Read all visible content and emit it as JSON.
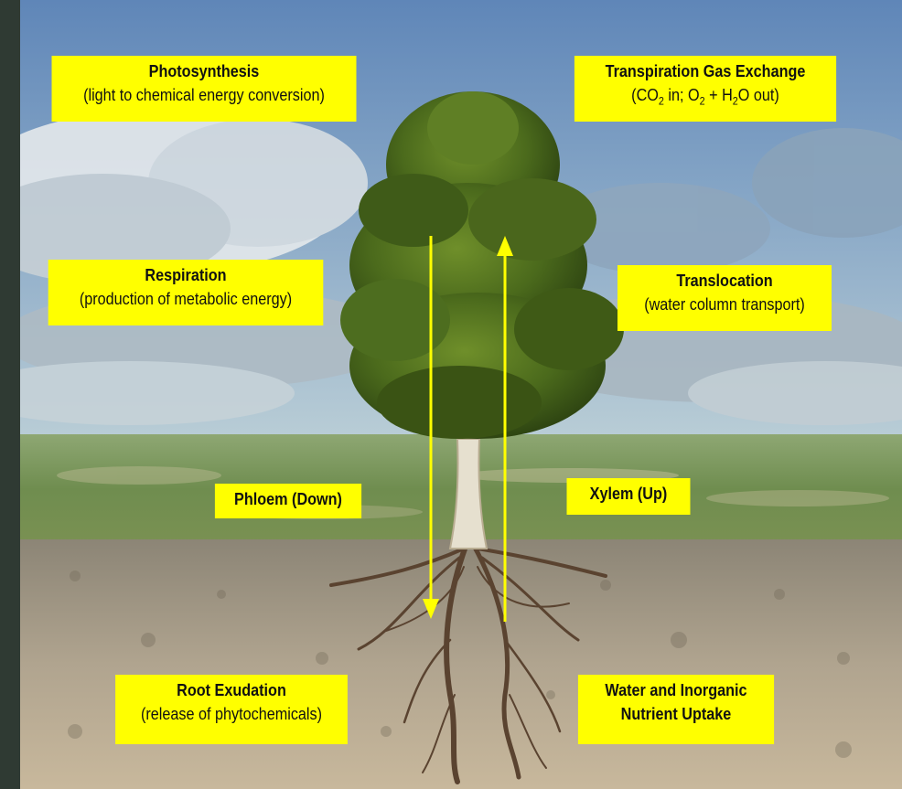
{
  "labels": {
    "photosynthesis": {
      "title": "Photosynthesis",
      "subtitle": "(light to chemical energy conversion)"
    },
    "transpiration": {
      "title": "Transpiration Gas Exchange",
      "sub_a": "(CO",
      "sub_b": " in; O",
      "sub_c": " + H",
      "sub_d": "O out)",
      "subscript": "2"
    },
    "respiration": {
      "title": "Respiration",
      "subtitle": "(production of metabolic energy)"
    },
    "translocation": {
      "title": "Translocation",
      "subtitle": "(water column transport)"
    },
    "phloem": {
      "title": "Phloem (Down)"
    },
    "xylem": {
      "title": "Xylem (Up)"
    },
    "root_exudation": {
      "title": "Root Exudation",
      "subtitle": "(release of phytochemicals)"
    },
    "water_uptake": {
      "title_line1": "Water and Inorganic",
      "title_line2": "Nutrient Uptake"
    }
  },
  "colors": {
    "label_bg": "#ffff00",
    "arrow": "#ffff00",
    "frame": "#2f3a33"
  }
}
